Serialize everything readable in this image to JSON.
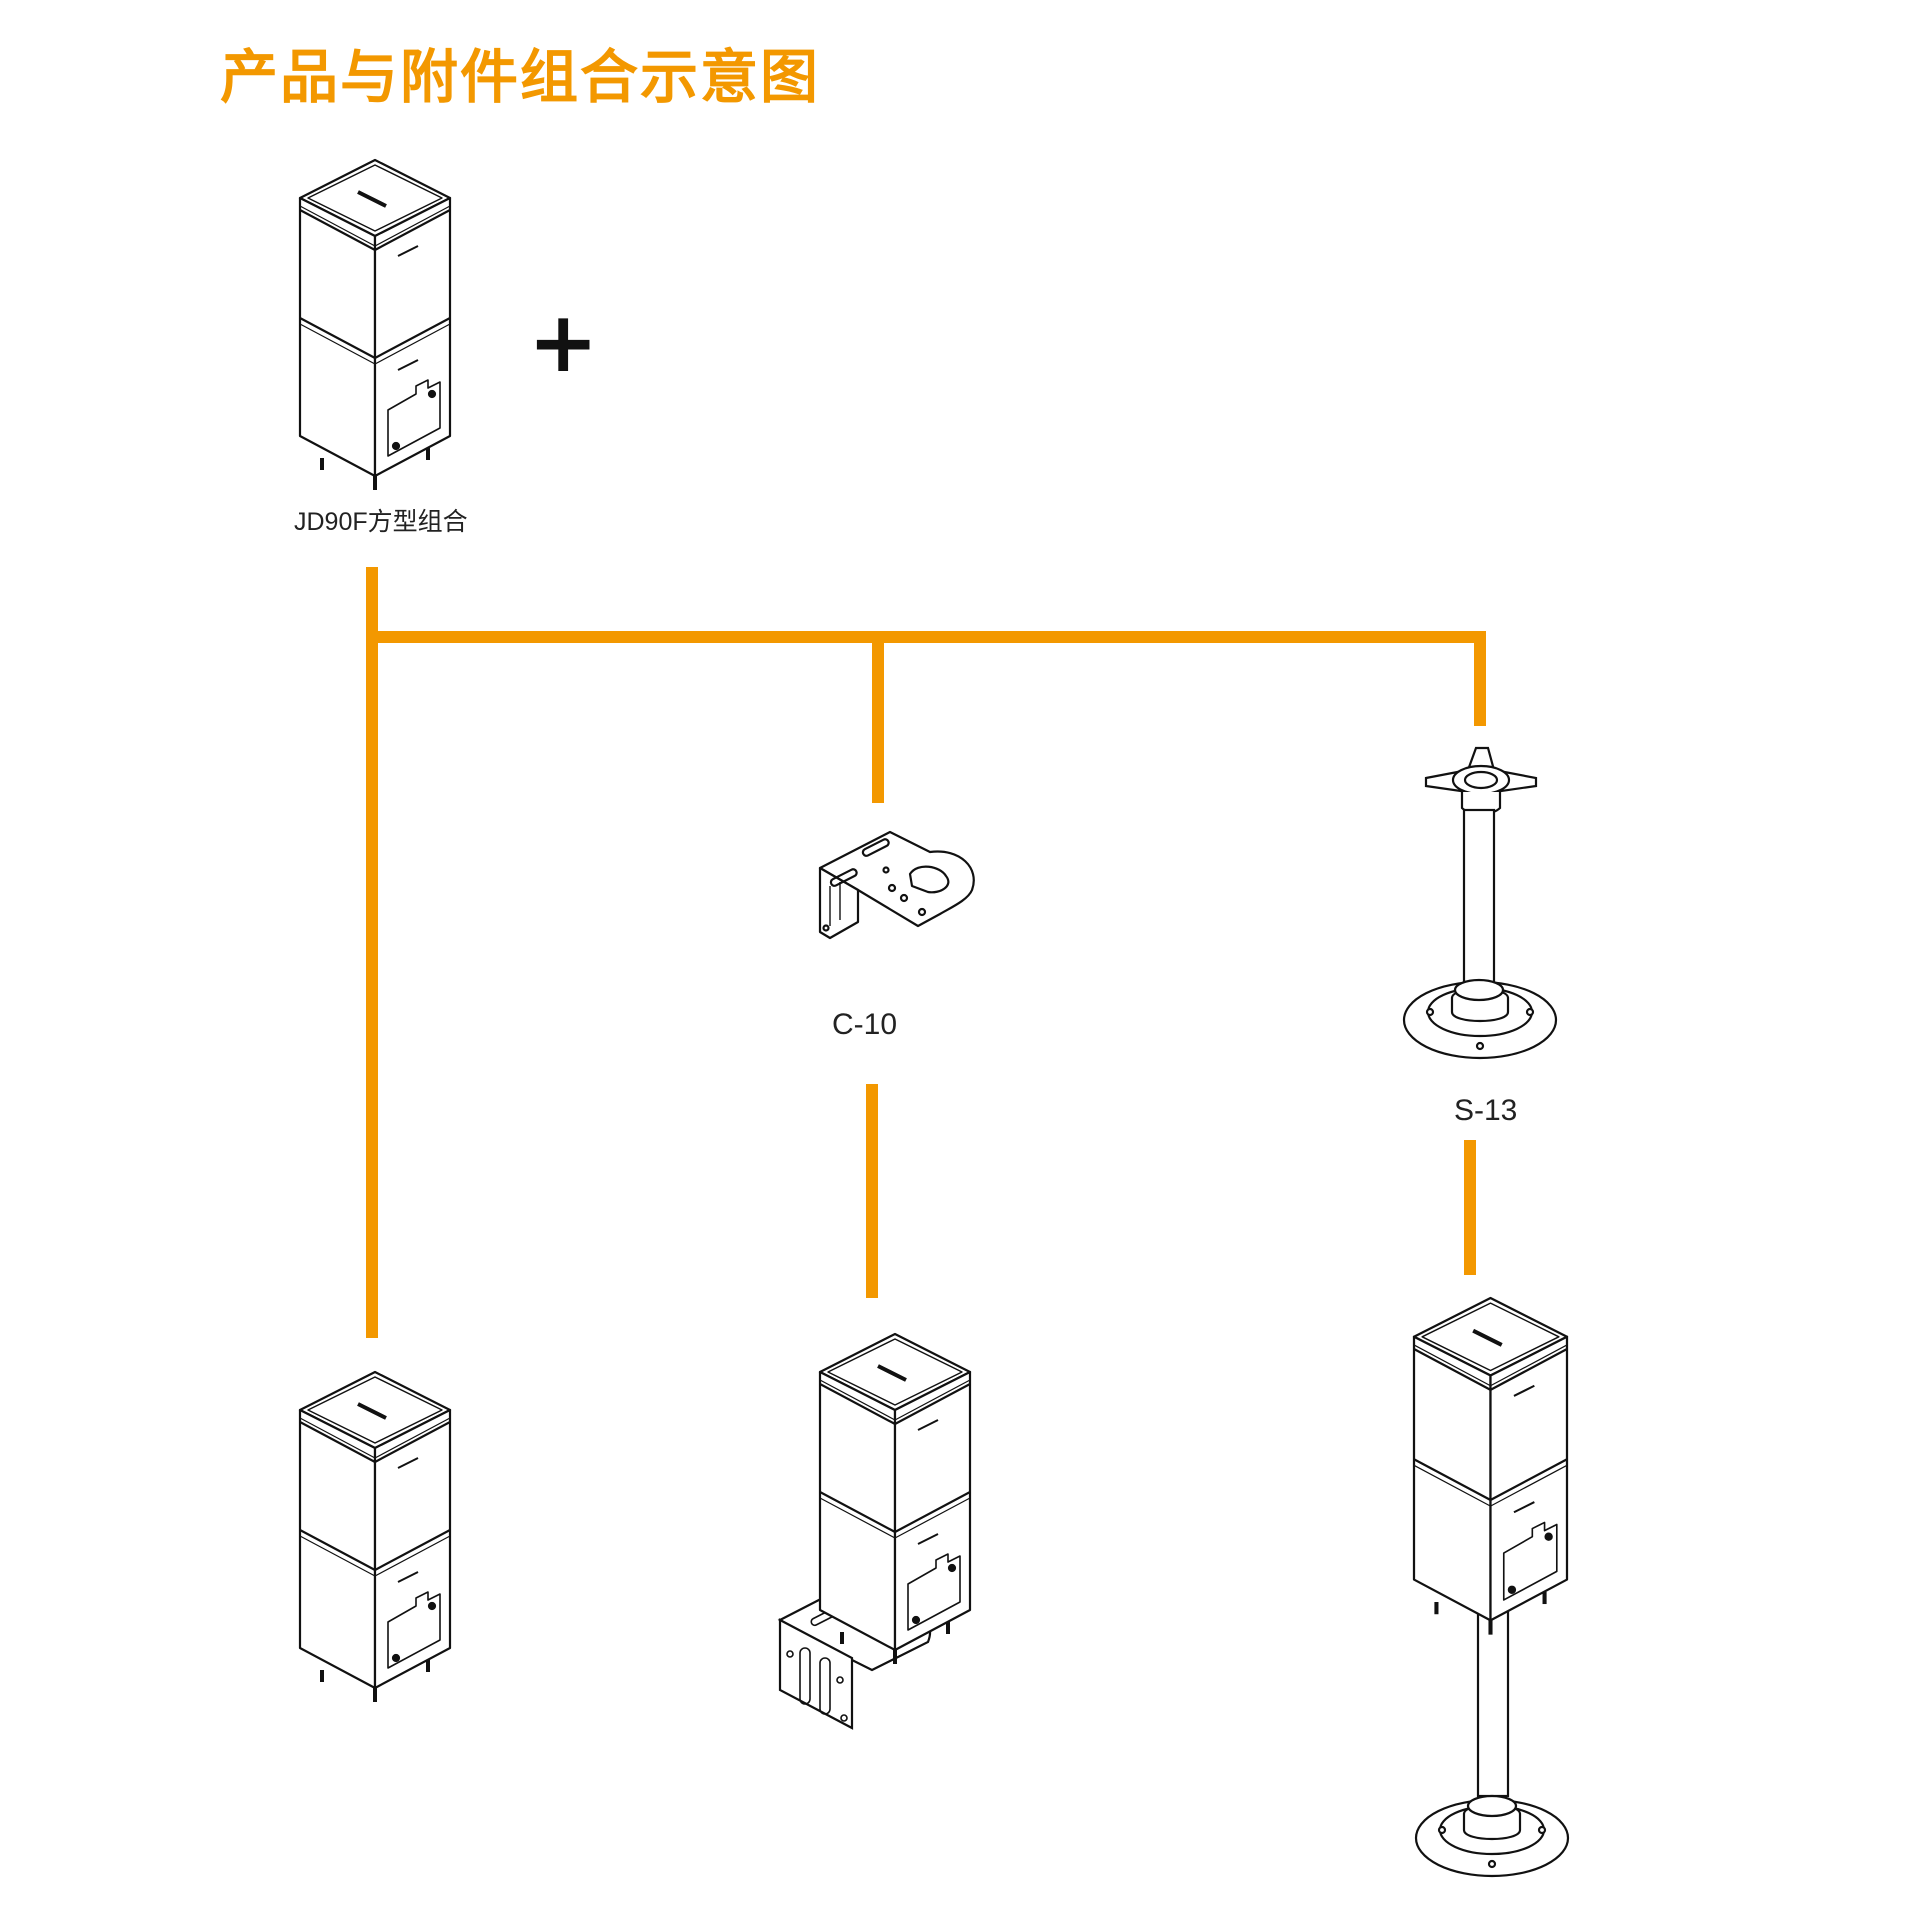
{
  "title": "产品与附件组合示意图",
  "plus_sign": "+",
  "labels": {
    "main_product": "JD90F方型组合",
    "bracket": "C-10",
    "stand": "S-13"
  },
  "colors": {
    "accent": "#F39800",
    "line_art": "#111111"
  },
  "icons": {
    "speaker": "square-column-speaker-icon",
    "bracket": "l-bracket-icon",
    "stand": "pole-stand-icon"
  }
}
